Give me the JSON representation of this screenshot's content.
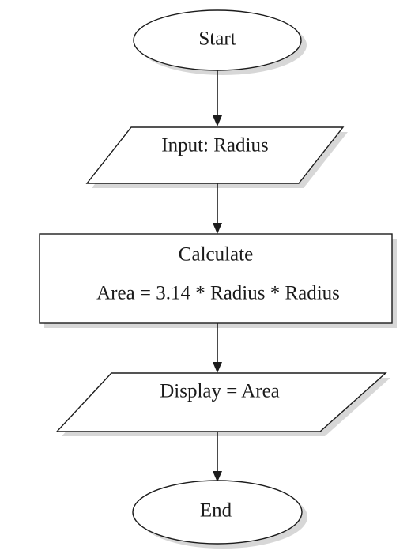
{
  "flowchart": {
    "start": {
      "label": "Start"
    },
    "input": {
      "label": "Input: Radius"
    },
    "process": {
      "title": "Calculate",
      "formula": "Area = 3.14 * Radius * Radius"
    },
    "output": {
      "label": "Display = Area"
    },
    "end": {
      "label": "End"
    }
  },
  "colors": {
    "stroke": "#1c1c1c",
    "fill": "#ffffff",
    "shadow": "#c9c9c9",
    "text": "#1a1a1a"
  }
}
